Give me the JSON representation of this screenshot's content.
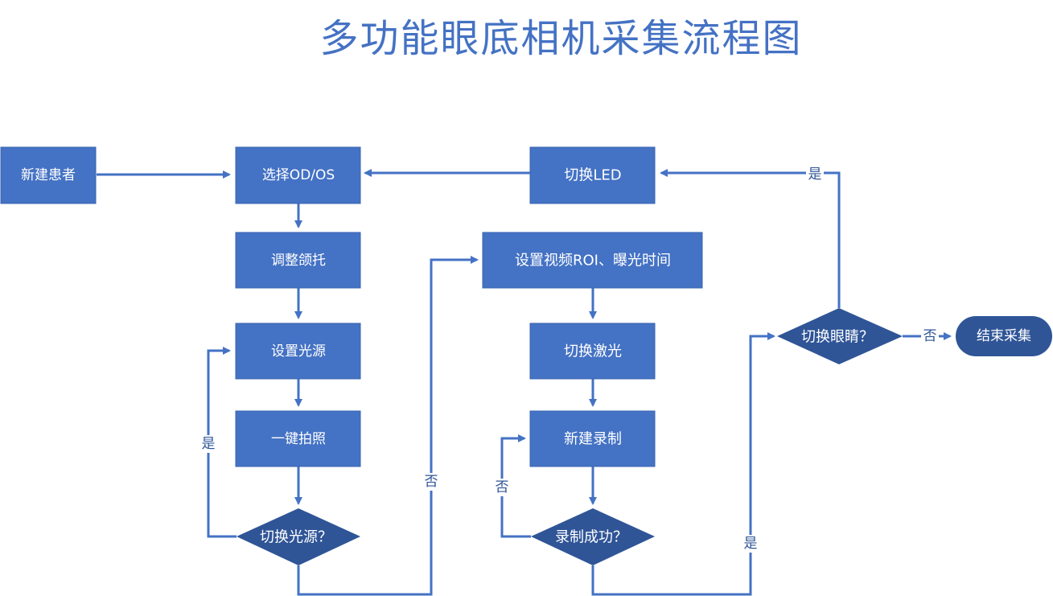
{
  "title": "多功能眼底相机采集流程图",
  "nodes": {
    "new_patient": "新建患者",
    "select_od_os": "选择OD/OS",
    "adjust_chinrest": "调整颌托",
    "set_light": "设置光源",
    "one_click_photo": "一键拍照",
    "switch_light_q": "切换光源？",
    "switch_led": "切换LED",
    "set_video": "设置视频ROI、曝光时间",
    "switch_laser": "切换激光",
    "new_record": "新建录制",
    "record_ok_q": "录制成功？",
    "switch_eye_q": "切换眼睛？",
    "end": "结束采集"
  },
  "edge_labels": {
    "light_yes": "是",
    "light_no": "否",
    "record_no": "否",
    "record_yes": "是",
    "eye_yes": "是",
    "eye_no": "否"
  },
  "colors": {
    "box": "#4472C4",
    "diamond": "#2F5597",
    "arrow": "#4472C4",
    "title": "#4472C4"
  }
}
